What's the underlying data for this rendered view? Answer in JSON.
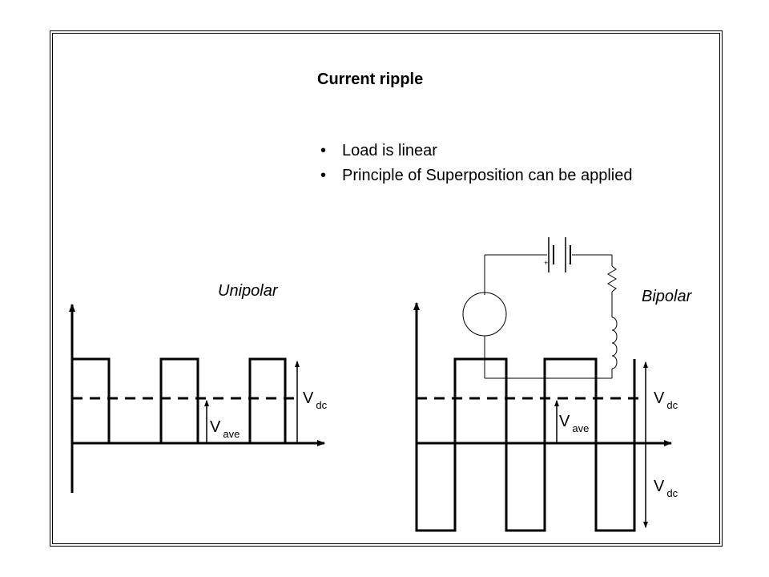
{
  "slide": {
    "title": "Current ripple",
    "bullets": [
      "Load is linear",
      "Principle of Superposition can be applied"
    ]
  },
  "unipolar": {
    "title": "Unipolar",
    "vdc": {
      "main": "V",
      "sub": "dc"
    },
    "vave": {
      "main": "V",
      "sub": "ave"
    }
  },
  "bipolar": {
    "title": "Bipolar",
    "vdc_top": {
      "main": "V",
      "sub": "dc"
    },
    "vdc_bottom": {
      "main": "V",
      "sub": "dc"
    },
    "vave": {
      "main": "V",
      "sub": "ave"
    }
  },
  "circuit": {
    "battery_plus": "+",
    "battery_minus": "-"
  }
}
